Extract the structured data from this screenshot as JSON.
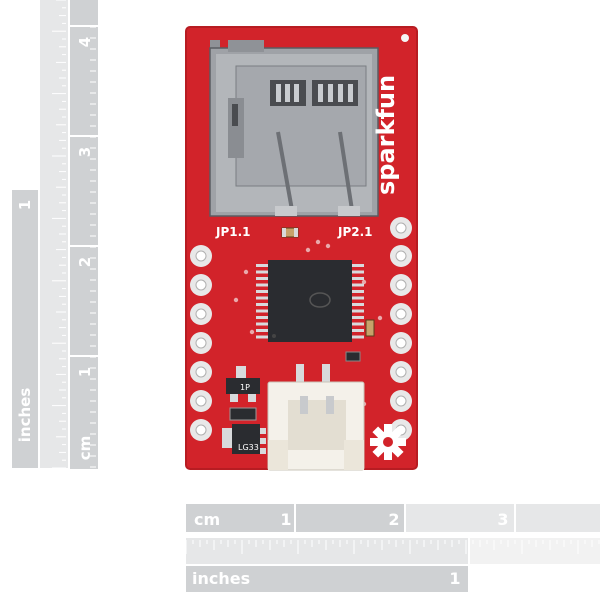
{
  "rulers": {
    "vertical_cm": {
      "unit_label": "cm",
      "ticks": [
        "1",
        "2",
        "3",
        "4"
      ]
    },
    "vertical_in": {
      "unit_label": "inches",
      "ticks": [
        "1"
      ]
    },
    "horizontal_cm": {
      "unit_label": "cm",
      "ticks": [
        "1",
        "2",
        "3"
      ]
    },
    "horizontal_in": {
      "unit_label": "inches",
      "ticks": [
        "1"
      ]
    }
  },
  "board": {
    "brand_text": "sparkfun",
    "header_left_label": "JP1.1",
    "header_right_label": "JP2.1",
    "transistor_label": "1P",
    "regulator_label": "LG33",
    "colors": {
      "pcb": "#d2232a",
      "silkscreen": "#ffffff",
      "metal": "#a8abb0",
      "pad_gold": "#e8e8e8",
      "connector": "#f4f1ea",
      "chip": "#2a2c30"
    }
  }
}
